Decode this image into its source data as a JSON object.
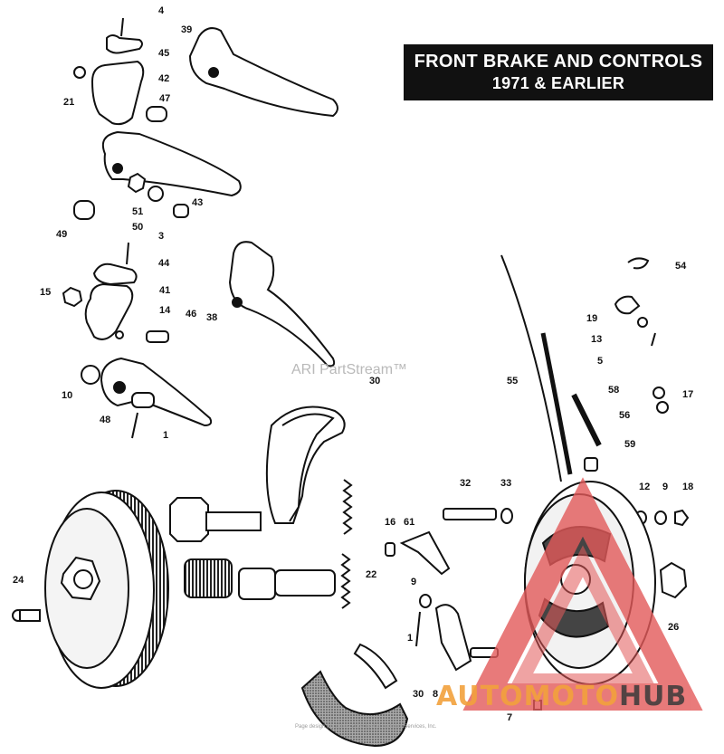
{
  "title": {
    "line1": "FRONT BRAKE AND CONTROLS",
    "line2": "1971 & EARLIER"
  },
  "watermark": "ARI PartStream™",
  "copyright": "Page design (c) 2004 - 2019 by ARI Network Services, Inc.",
  "brand": {
    "part1": "AUTO",
    "part2": "MOTO",
    "part3": "HUB"
  },
  "callouts": [
    "4",
    "39",
    "45",
    "42",
    "21",
    "47",
    "43",
    "51",
    "50",
    "49",
    "3",
    "44",
    "15",
    "41",
    "14",
    "46",
    "38",
    "10",
    "48",
    "1",
    "30",
    "55",
    "54",
    "19",
    "13",
    "5",
    "58",
    "17",
    "56",
    "59",
    "32",
    "33",
    "12",
    "9",
    "18",
    "16",
    "61",
    "22",
    "9",
    "1",
    "24",
    "26",
    "30",
    "8",
    "7"
  ]
}
